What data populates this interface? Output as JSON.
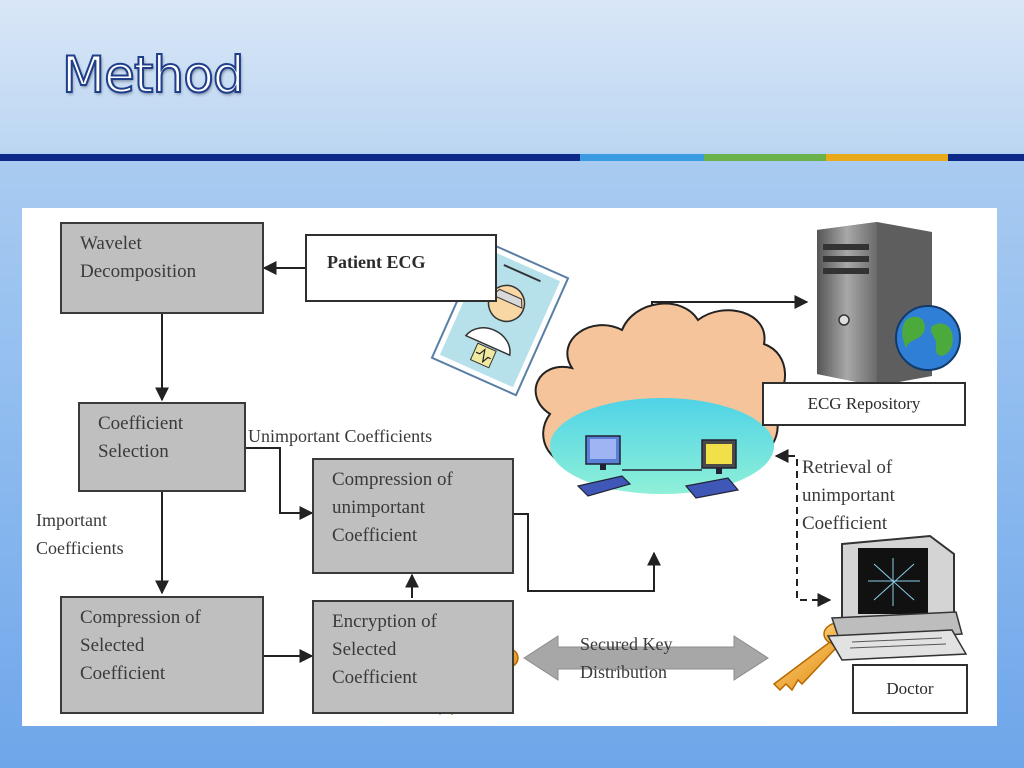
{
  "slide": {
    "title": "Method"
  },
  "accent_colors": [
    "#0d2a8a",
    "#3a9be0",
    "#6cb24a",
    "#e8a91b"
  ],
  "diagram": {
    "boxes": {
      "wavelet": [
        "Wavelet",
        "Decomposition"
      ],
      "coef_selection": [
        "Coefficient",
        "Selection"
      ],
      "compress_unimportant": [
        "Compression of",
        "unimportant",
        "Coefficient"
      ],
      "compress_selected": [
        "Compression of",
        "Selected",
        "Coefficient"
      ],
      "encryption": [
        "Encryption of",
        "Selected",
        "Coefficient"
      ],
      "patient_ecg": "Patient ECG",
      "ecg_repository": "ECG Repository",
      "doctor": "Doctor"
    },
    "labels": {
      "unimportant_coefficients": "Unimportant Coefficients",
      "important_coefficients": [
        "Important",
        "Coefficients"
      ],
      "retrieval": [
        "Retrieval of",
        "unimportant",
        "Coefficient"
      ],
      "secured_key": [
        "Secured Key",
        "Distribution"
      ]
    },
    "icons": [
      "patient-ecg-clipart-icon",
      "server-tower-icon",
      "globe-icon",
      "cloud-network-icon",
      "computer-terminal-icon",
      "key-icon"
    ]
  }
}
